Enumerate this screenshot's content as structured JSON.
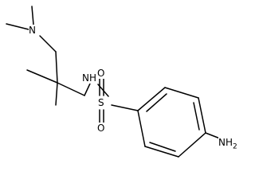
{
  "molecule": {
    "atoms": {
      "n_dimethyl": "N",
      "n_sulfonamide": "NH",
      "sulfur": "S",
      "oxygen_top": "O",
      "oxygen_bottom": "O",
      "amine": "NH2"
    }
  }
}
